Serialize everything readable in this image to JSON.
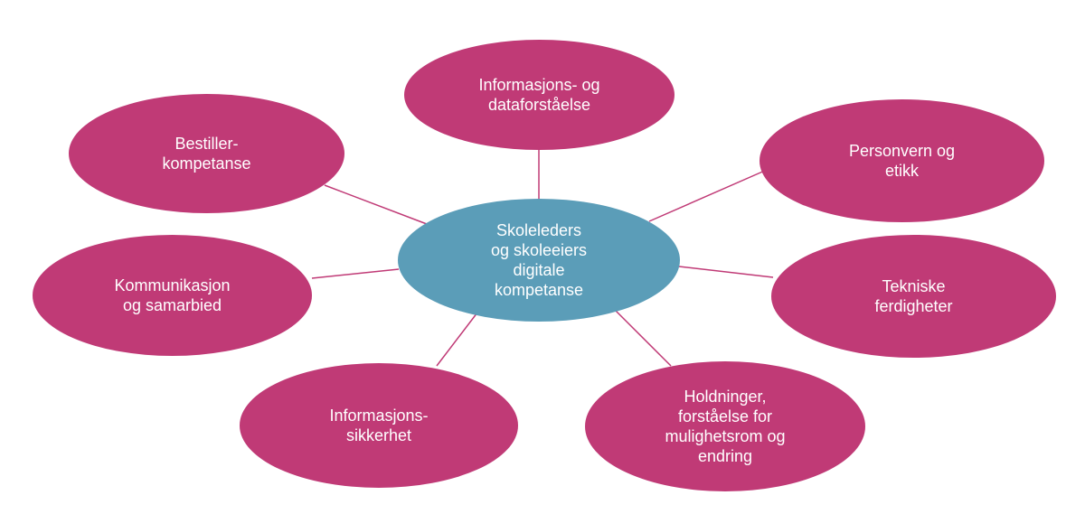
{
  "diagram": {
    "center": {
      "label": "Skoleleders\nog skoleeiers\ndigitale\nkompetanse"
    },
    "nodes": {
      "info_data": {
        "label": "Informasjons- og\ndataforståelse"
      },
      "personvern": {
        "label": "Personvern og\netikk"
      },
      "tekniske": {
        "label": "Tekniske\nferdigheter"
      },
      "holdninger": {
        "label": "Holdninger,\nforståelse for\nmulighetsrom og\nendring"
      },
      "sikkerhet": {
        "label": "Informasjons-\nsikkerhet"
      },
      "kommunikasjon": {
        "label": "Kommunikasjon\nog samarbied"
      },
      "bestiller": {
        "label": "Bestiller-\nkompetanse"
      }
    },
    "colors": {
      "outer_node": "#c03a76",
      "center_node": "#5b9db8",
      "connector": "#c03a76",
      "text": "#ffffff"
    }
  }
}
